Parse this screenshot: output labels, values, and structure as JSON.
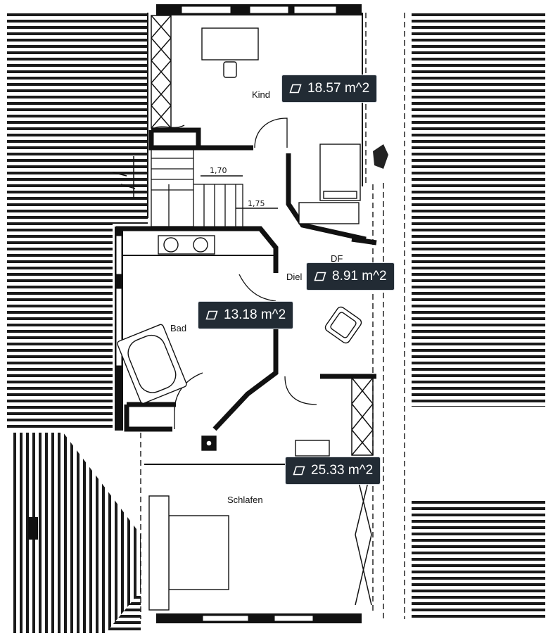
{
  "rooms": {
    "kind": "Kind",
    "diele": "Diel",
    "df": "DF",
    "bad": "Bad",
    "schlafen": "Schlafen"
  },
  "sketch_marks": {
    "stair_width": "1,70",
    "stair_depth": "1,75"
  },
  "area_badges": {
    "kind": "18.57 m^2",
    "diele": "8.91 m^2",
    "bad": "13.18 m^2",
    "schlafen": "25.33 m^2"
  },
  "colors": {
    "badge_background": "#222b34",
    "badge_text": "#ffffff",
    "wall": "#111111",
    "roof_hatch": "#1a1a1a"
  },
  "icons": {
    "area": "parallelogram-area-icon"
  }
}
